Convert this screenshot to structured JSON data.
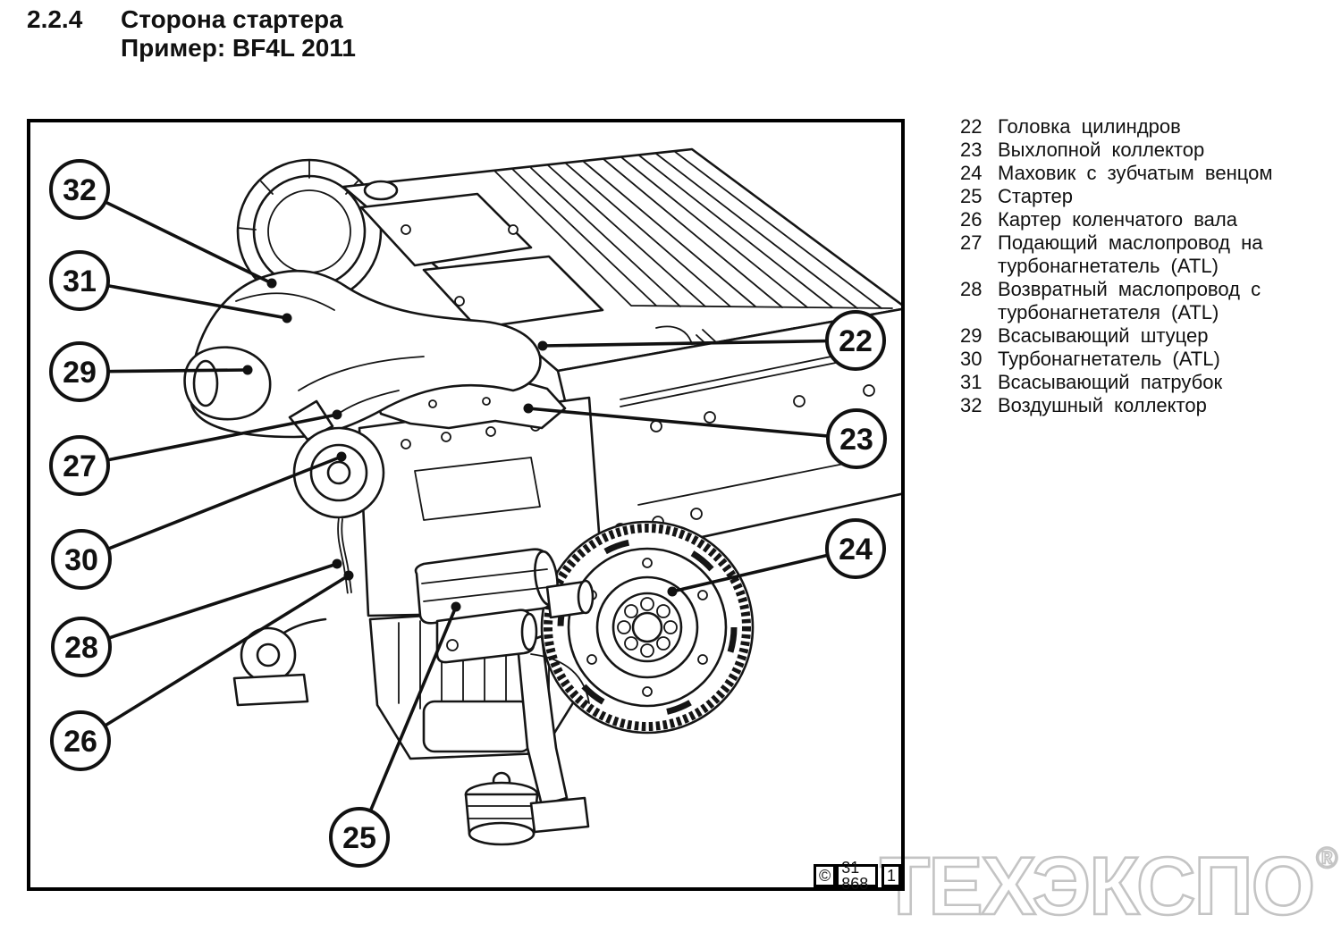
{
  "header": {
    "section_number": "2.2.4",
    "title": "Сторона стартера",
    "subtitle": "Пример: BF4L 2011"
  },
  "figure": {
    "callouts": [
      {
        "number": "32"
      },
      {
        "number": "31"
      },
      {
        "number": "29"
      },
      {
        "number": "27"
      },
      {
        "number": "30"
      },
      {
        "number": "28"
      },
      {
        "number": "26"
      },
      {
        "number": "25"
      },
      {
        "number": "22"
      },
      {
        "number": "23"
      },
      {
        "number": "24"
      }
    ],
    "stamp": {
      "copyright_symbol": "©",
      "figure_number": "31 868",
      "sheet_number": "1"
    }
  },
  "legend": {
    "items": [
      {
        "number": "22",
        "label": "Головка цилиндров"
      },
      {
        "number": "23",
        "label": "Выхлопной коллектор"
      },
      {
        "number": "24",
        "label": "Маховик с зубчатым венцом"
      },
      {
        "number": "25",
        "label": "Стартер"
      },
      {
        "number": "26",
        "label": "Картер коленчатого вала"
      },
      {
        "number": "27",
        "label": "Подающий маслопровод на турбонагнетатель (ATL)"
      },
      {
        "number": "28",
        "label": "Возвратный маслопровод с турбонагнетателя (ATL)"
      },
      {
        "number": "29",
        "label": "Всасывающий штуцер"
      },
      {
        "number": "30",
        "label": "Турбонагнетатель (ATL)"
      },
      {
        "number": "31",
        "label": "Всасывающий патрубок"
      },
      {
        "number": "32",
        "label": "Воздушный коллектор"
      }
    ]
  },
  "watermark": {
    "text": "ТЕХЭКСПО",
    "registered_mark": "®"
  },
  "colors": {
    "ink": "#111111",
    "watermark_gray": "#c4c4c4"
  }
}
